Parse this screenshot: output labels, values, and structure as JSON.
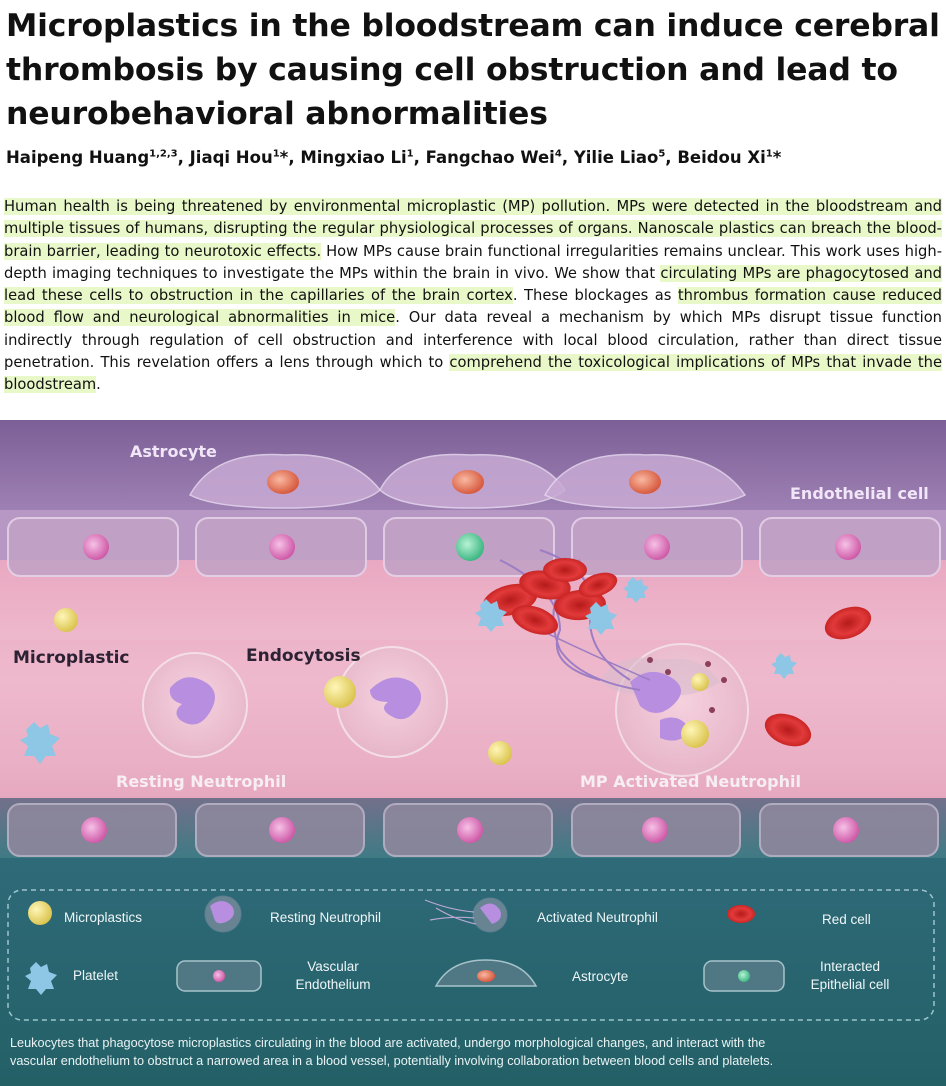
{
  "paper": {
    "title": "Microplastics in the bloodstream can induce cerebral thrombosis by causing cell obstruction and lead to neurobehavioral abnormalities",
    "authors": [
      {
        "name": "Haipeng Huang",
        "aff": "1,2,3",
        "star": ""
      },
      {
        "name": "Jiaqi Hou",
        "aff": "1",
        "star": "*"
      },
      {
        "name": "Mingxiao Li",
        "aff": "1",
        "star": ""
      },
      {
        "name": "Fangchao Wei",
        "aff": "4",
        "star": ""
      },
      {
        "name": "Yilie Liao",
        "aff": "5",
        "star": ""
      },
      {
        "name": "Beidou Xi",
        "aff": "1",
        "star": "*"
      }
    ],
    "abstract_segments": [
      {
        "text": "Human health is being threatened by environmental microplastic (MP) pollution. MPs were detected in the bloodstream and multiple tissues of humans, disrupting the regular physiological processes of organs. Nanoscale plastics can breach the blood-brain barrier, leading to neurotoxic effects.",
        "highlight": true
      },
      {
        "text": " How MPs cause brain functional irregularities remains unclear. This work uses high-depth imaging techniques to investigate the MPs within the brain in vivo. We show that ",
        "highlight": false
      },
      {
        "text": "circulating MPs are phagocytosed and lead these cells to obstruction in the capillaries of the brain cortex",
        "highlight": true
      },
      {
        "text": ". These blockages as ",
        "highlight": false
      },
      {
        "text": "thrombus formation cause reduced blood flow and neurological abnormalities in mice",
        "highlight": true
      },
      {
        "text": ". Our data reveal a mechanism by which MPs disrupt tissue function indirectly through regulation of cell obstruction and interference with local blood circulation, rather than direct tissue penetration. This revelation offers a lens through which to ",
        "highlight": false
      },
      {
        "text": "comprehend the toxicological implications of MPs that invade the bloodstream",
        "highlight": true
      },
      {
        "text": ".",
        "highlight": false
      }
    ]
  },
  "figure": {
    "labels": {
      "astrocyte": "Astrocyte",
      "endothelial_cell": "Endothelial cell",
      "microplastic": "Microplastic",
      "endocytosis": "Endocytosis",
      "resting_neutrophil": "Resting Neutrophil",
      "activated_neutrophil": "MP Activated Neutrophil"
    },
    "legend": {
      "microplastics": "Microplastics",
      "resting_neutrophil": "Resting Neutrophil",
      "activated_neutrophil": "Activated Neutrophil",
      "red_cell": "Red cell",
      "platelet": "Platelet",
      "vascular_line1": "Vascular",
      "vascular_line2": "Endothelium",
      "astrocyte": "Astrocyte",
      "interacted_line1": "Interacted",
      "interacted_line2": "Epithelial cell"
    },
    "caption_line1": "Leukocytes that phagocytose microplastics circulating in the blood are activated, undergo morphological changes, and interact with the",
    "caption_line2": "vascular endothelium to obstruct a narrowed area in a blood vessel, potentially involving collaboration between blood cells and platelets.",
    "colors": {
      "microplastic": "#e6d36a",
      "red_cell": "#d42a2a",
      "nucleus": "#b78ee0",
      "endothelium_nucleus": "#e07fc0",
      "interacted_nucleus": "#5fcf9a",
      "astrocyte_nucleus": "#e8705a",
      "platelet": "#8ec6e6"
    }
  }
}
